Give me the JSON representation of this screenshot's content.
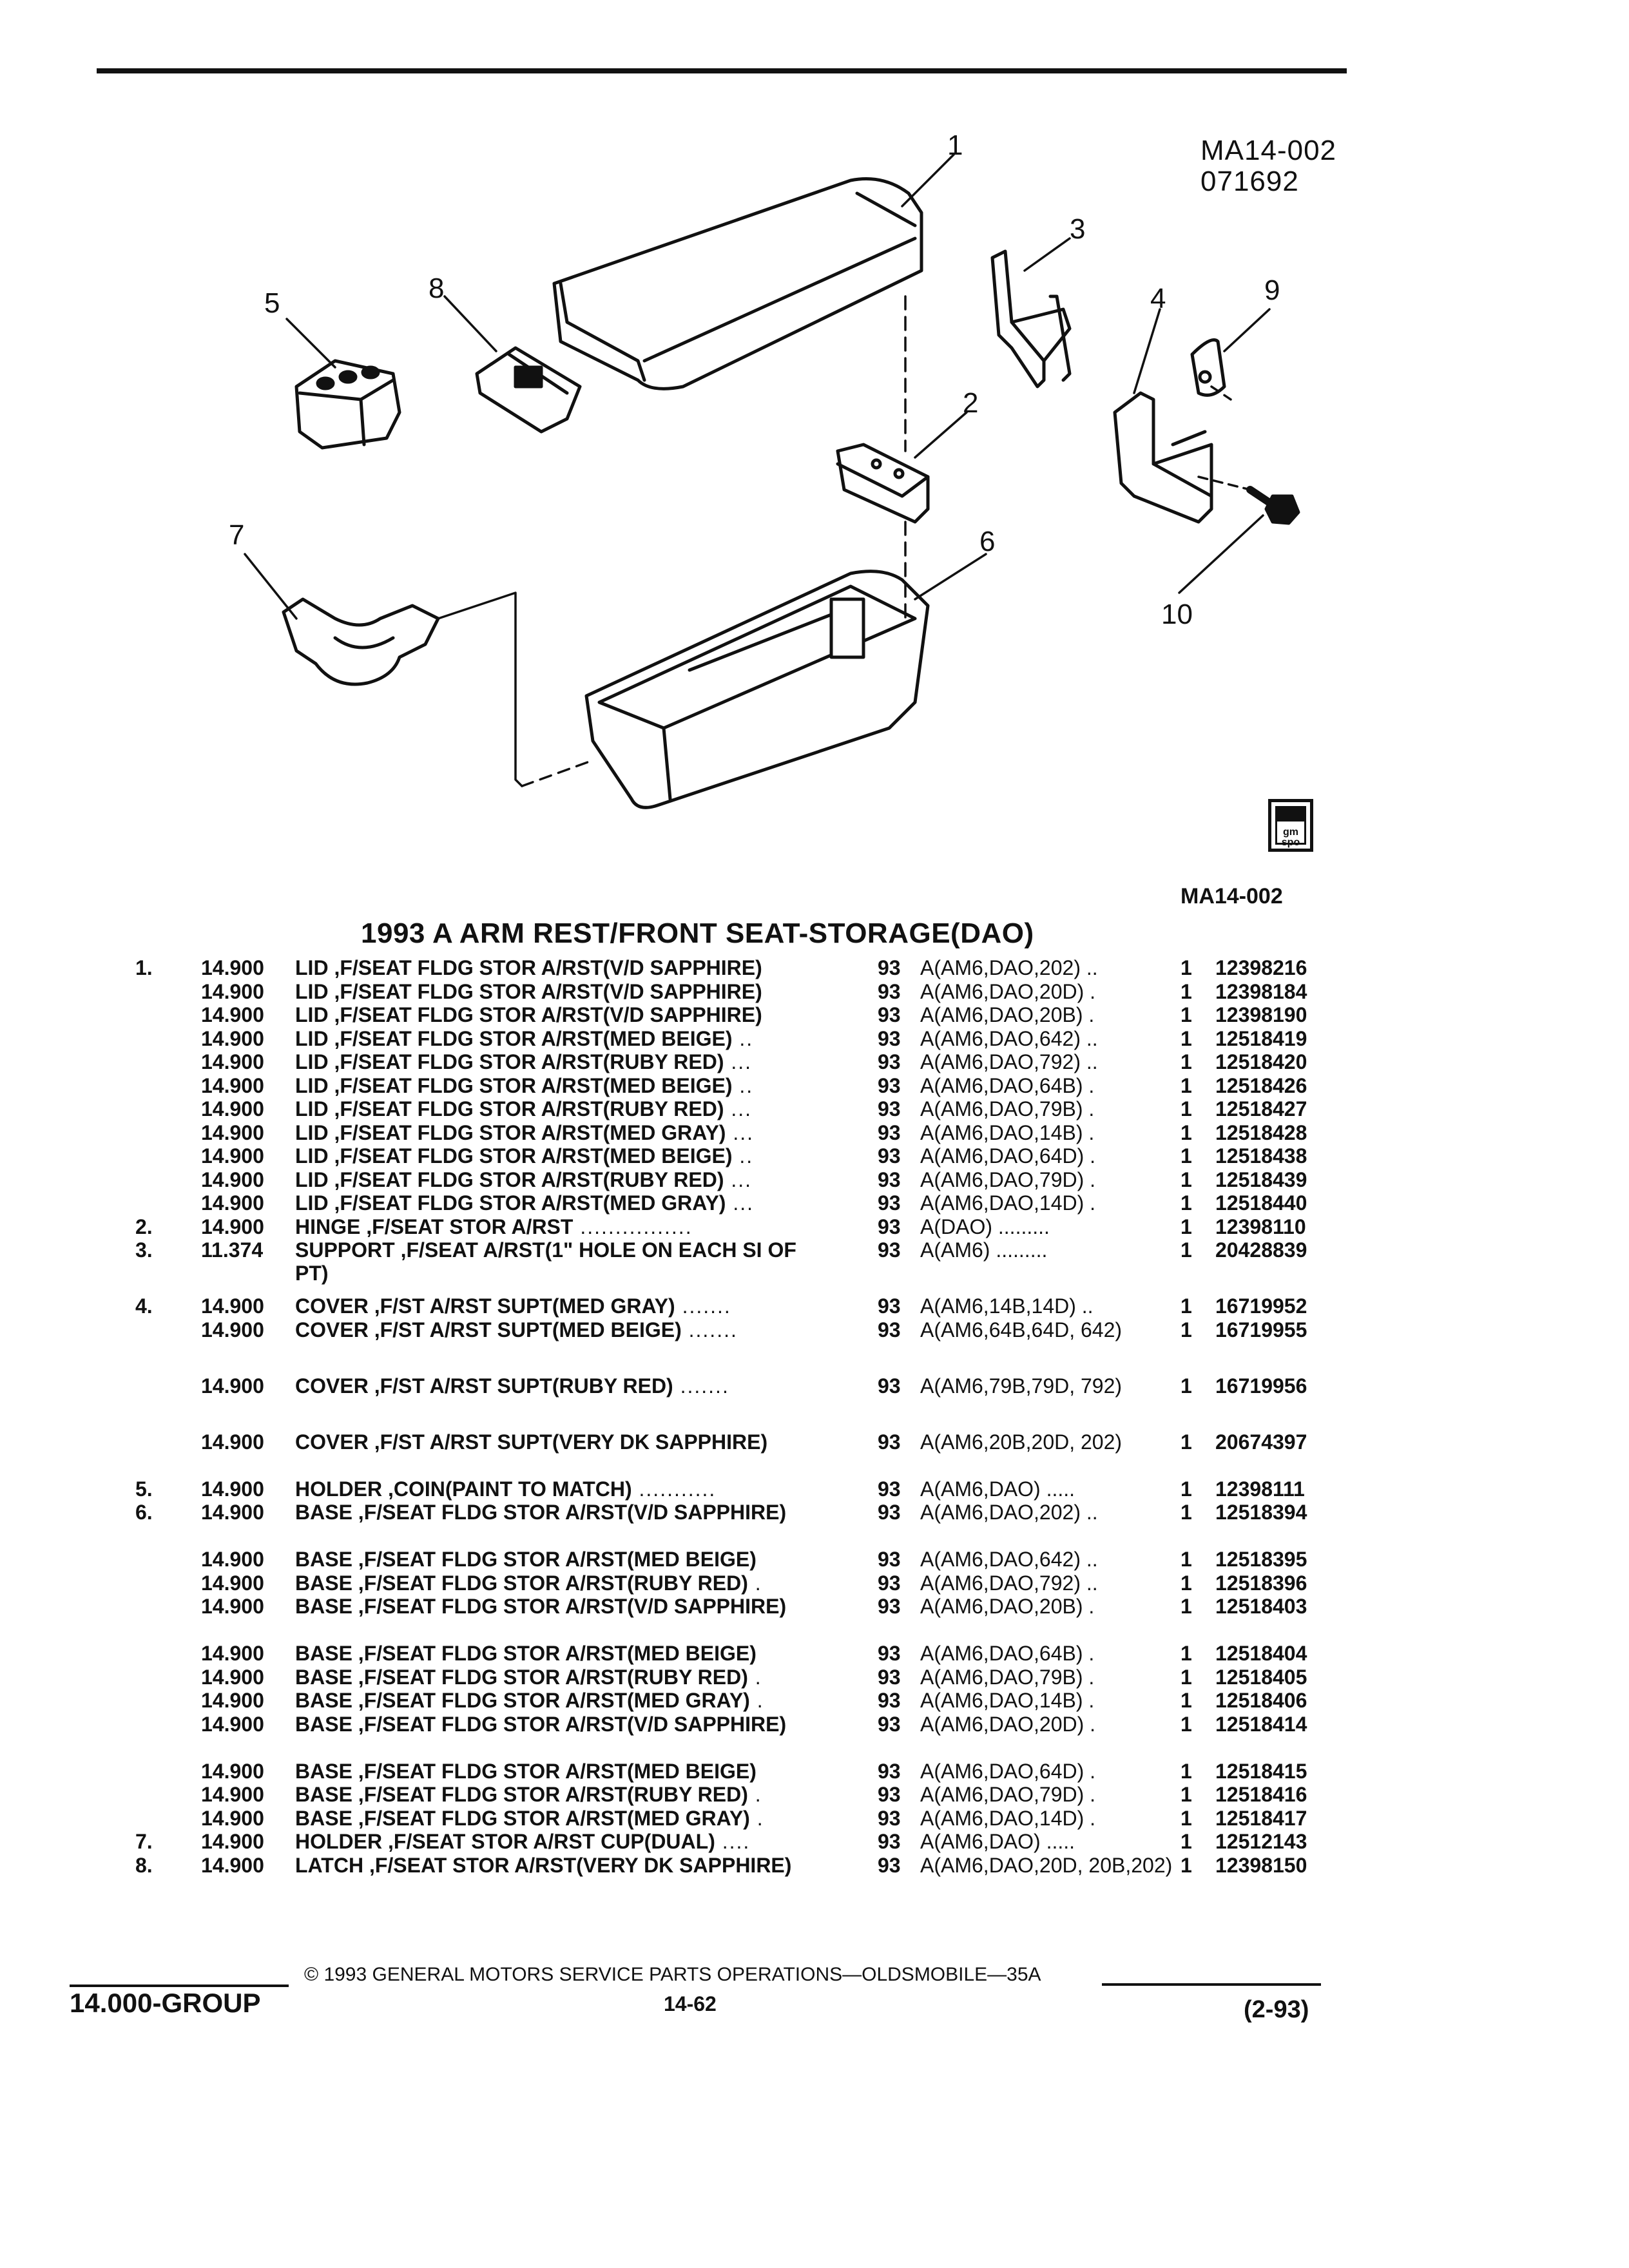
{
  "header": {
    "fig_code_line1": "MA14-002",
    "fig_code_line2": "071692"
  },
  "diagram": {
    "callouts": [
      "1",
      "2",
      "3",
      "4",
      "5",
      "6",
      "7",
      "8",
      "9",
      "10"
    ],
    "logo_text": "gm spo"
  },
  "figure_ref": "MA14-002",
  "section_title": "1993 A ARM REST/FRONT SEAT-STORAGE(DAO)",
  "parts": [
    {
      "ref": "1.",
      "grp": "14.900",
      "desc": "LID ,F/SEAT FLDG STOR A/RST(V/D SAPPHIRE)",
      "dots": "",
      "yr": "93",
      "app": "A(AM6,DAO,202) ..",
      "qty": "1",
      "pn": "12398216"
    },
    {
      "ref": "",
      "grp": "14.900",
      "desc": "LID ,F/SEAT FLDG STOR A/RST(V/D SAPPHIRE)",
      "dots": "",
      "yr": "93",
      "app": "A(AM6,DAO,20D)  .",
      "qty": "1",
      "pn": "12398184"
    },
    {
      "ref": "",
      "grp": "14.900",
      "desc": "LID ,F/SEAT FLDG STOR A/RST(V/D SAPPHIRE)",
      "dots": "",
      "yr": "93",
      "app": "A(AM6,DAO,20B)  .",
      "qty": "1",
      "pn": "12398190"
    },
    {
      "ref": "",
      "grp": "14.900",
      "desc": "LID ,F/SEAT FLDG STOR A/RST(MED BEIGE)",
      "dots": " ..",
      "yr": "93",
      "app": "A(AM6,DAO,642) ..",
      "qty": "1",
      "pn": "12518419"
    },
    {
      "ref": "",
      "grp": "14.900",
      "desc": "LID ,F/SEAT FLDG STOR A/RST(RUBY RED)",
      "dots": " ...",
      "yr": "93",
      "app": "A(AM6,DAO,792) ..",
      "qty": "1",
      "pn": "12518420"
    },
    {
      "ref": "",
      "grp": "14.900",
      "desc": "LID ,F/SEAT FLDG STOR A/RST(MED BEIGE)",
      "dots": " ..",
      "yr": "93",
      "app": "A(AM6,DAO,64B)  .",
      "qty": "1",
      "pn": "12518426"
    },
    {
      "ref": "",
      "grp": "14.900",
      "desc": "LID ,F/SEAT FLDG STOR A/RST(RUBY RED)",
      "dots": " ...",
      "yr": "93",
      "app": "A(AM6,DAO,79B)  .",
      "qty": "1",
      "pn": "12518427"
    },
    {
      "ref": "",
      "grp": "14.900",
      "desc": "LID ,F/SEAT FLDG STOR A/RST(MED GRAY)",
      "dots": " ...",
      "yr": "93",
      "app": "A(AM6,DAO,14B)  .",
      "qty": "1",
      "pn": "12518428"
    },
    {
      "ref": "",
      "grp": "14.900",
      "desc": "LID ,F/SEAT FLDG STOR A/RST(MED BEIGE)",
      "dots": " ..",
      "yr": "93",
      "app": "A(AM6,DAO,64D)  .",
      "qty": "1",
      "pn": "12518438"
    },
    {
      "ref": "",
      "grp": "14.900",
      "desc": "LID ,F/SEAT FLDG STOR A/RST(RUBY RED)",
      "dots": " ...",
      "yr": "93",
      "app": "A(AM6,DAO,79D)  .",
      "qty": "1",
      "pn": "12518439"
    },
    {
      "ref": "",
      "grp": "14.900",
      "desc": "LID ,F/SEAT FLDG STOR A/RST(MED GRAY)",
      "dots": " ...",
      "yr": "93",
      "app": "A(AM6,DAO,14D)  .",
      "qty": "1",
      "pn": "12518440"
    },
    {
      "ref": "2.",
      "grp": "14.900",
      "desc": "HINGE ,F/SEAT STOR A/RST",
      "dots": " ................",
      "yr": "93",
      "app": "A(DAO)  .........",
      "qty": "1",
      "pn": "12398110"
    },
    {
      "ref": "3.",
      "grp": "11.374",
      "desc": "SUPPORT ,F/SEAT A/RST(1\" HOLE ON EACH SI OF PT)",
      "dots": "",
      "yr": "93",
      "app": "A(AM6)  .........",
      "qty": "1",
      "pn": "20428839",
      "lines": 2
    },
    {
      "ref": "4.",
      "grp": "14.900",
      "desc": "COVER ,F/ST A/RST SUPT(MED GRAY)",
      "dots": " .......",
      "yr": "93",
      "app": "A(AM6,14B,14D) ..",
      "qty": "1",
      "pn": "16719952",
      "gap": true
    },
    {
      "ref": "",
      "grp": "14.900",
      "desc": "COVER ,F/ST A/RST SUPT(MED BEIGE)",
      "dots": " .......",
      "yr": "93",
      "app": "A(AM6,64B,64D, 642)",
      "qty": "1",
      "pn": "16719955",
      "lines": 2
    },
    {
      "ref": "",
      "grp": "14.900",
      "desc": "COVER ,F/ST A/RST SUPT(RUBY RED)",
      "dots": " .......",
      "yr": "93",
      "app": "A(AM6,79B,79D, 792)",
      "qty": "1",
      "pn": "16719956",
      "lines": 2,
      "gap": true
    },
    {
      "ref": "",
      "grp": "14.900",
      "desc": "COVER ,F/ST A/RST SUPT(VERY DK SAPPHIRE)",
      "dots": "",
      "yr": "93",
      "app": "A(AM6,20B,20D, 202)",
      "qty": "1",
      "pn": "20674397",
      "lines": 2,
      "gap": true
    },
    {
      "ref": "5.",
      "grp": "14.900",
      "desc": "HOLDER ,COIN(PAINT TO MATCH)",
      "dots": " ...........",
      "yr": "93",
      "app": "A(AM6,DAO)  .....",
      "qty": "1",
      "pn": "12398111"
    },
    {
      "ref": "6.",
      "grp": "14.900",
      "desc": "BASE ,F/SEAT FLDG STOR A/RST(V/D SAPPHIRE)",
      "dots": "",
      "yr": "93",
      "app": "A(AM6,DAO,202) ..",
      "qty": "1",
      "pn": "12518394",
      "lines": 2
    },
    {
      "ref": "",
      "grp": "14.900",
      "desc": "BASE ,F/SEAT FLDG STOR A/RST(MED BEIGE)",
      "dots": "",
      "yr": "93",
      "app": "A(AM6,DAO,642) ..",
      "qty": "1",
      "pn": "12518395"
    },
    {
      "ref": "",
      "grp": "14.900",
      "desc": "BASE ,F/SEAT FLDG STOR A/RST(RUBY RED)",
      "dots": "  .",
      "yr": "93",
      "app": "A(AM6,DAO,792) ..",
      "qty": "1",
      "pn": "12518396"
    },
    {
      "ref": "",
      "grp": "14.900",
      "desc": "BASE ,F/SEAT FLDG STOR A/RST(V/D SAPPHIRE)",
      "dots": "",
      "yr": "93",
      "app": "A(AM6,DAO,20B)  .",
      "qty": "1",
      "pn": "12518403",
      "lines": 2
    },
    {
      "ref": "",
      "grp": "14.900",
      "desc": "BASE ,F/SEAT FLDG STOR A/RST(MED BEIGE)",
      "dots": "",
      "yr": "93",
      "app": "A(AM6,DAO,64B)  .",
      "qty": "1",
      "pn": "12518404"
    },
    {
      "ref": "",
      "grp": "14.900",
      "desc": "BASE ,F/SEAT FLDG STOR A/RST(RUBY RED)",
      "dots": "  .",
      "yr": "93",
      "app": "A(AM6,DAO,79B)  .",
      "qty": "1",
      "pn": "12518405"
    },
    {
      "ref": "",
      "grp": "14.900",
      "desc": "BASE ,F/SEAT FLDG STOR A/RST(MED GRAY)",
      "dots": "  .",
      "yr": "93",
      "app": "A(AM6,DAO,14B)  .",
      "qty": "1",
      "pn": "12518406"
    },
    {
      "ref": "",
      "grp": "14.900",
      "desc": "BASE ,F/SEAT FLDG STOR A/RST(V/D SAPPHIRE)",
      "dots": "",
      "yr": "93",
      "app": "A(AM6,DAO,20D)  .",
      "qty": "1",
      "pn": "12518414",
      "lines": 2
    },
    {
      "ref": "",
      "grp": "14.900",
      "desc": "BASE ,F/SEAT FLDG STOR A/RST(MED BEIGE)",
      "dots": "",
      "yr": "93",
      "app": "A(AM6,DAO,64D)  .",
      "qty": "1",
      "pn": "12518415"
    },
    {
      "ref": "",
      "grp": "14.900",
      "desc": "BASE ,F/SEAT FLDG STOR A/RST(RUBY RED)",
      "dots": "  .",
      "yr": "93",
      "app": "A(AM6,DAO,79D)  .",
      "qty": "1",
      "pn": "12518416"
    },
    {
      "ref": "",
      "grp": "14.900",
      "desc": "BASE ,F/SEAT FLDG STOR A/RST(MED GRAY)",
      "dots": "  .",
      "yr": "93",
      "app": "A(AM6,DAO,14D)  .",
      "qty": "1",
      "pn": "12518417"
    },
    {
      "ref": "7.",
      "grp": "14.900",
      "desc": "HOLDER ,F/SEAT STOR A/RST CUP(DUAL)",
      "dots": " ....",
      "yr": "93",
      "app": "A(AM6,DAO)  .....",
      "qty": "1",
      "pn": "12512143"
    },
    {
      "ref": "8.",
      "grp": "14.900",
      "desc": "LATCH ,F/SEAT STOR A/RST(VERY DK SAPPHIRE)",
      "dots": "",
      "yr": "93",
      "app": "A(AM6,DAO,20D, 20B,202)",
      "qty": "1",
      "pn": "12398150",
      "lines": 2
    }
  ],
  "footer": {
    "group": "14.000-GROUP",
    "copyright": "© 1993 GENERAL MOTORS SERVICE PARTS OPERATIONS—OLDSMOBILE—35A",
    "page": "14-62",
    "date_code": "(2-93)"
  }
}
